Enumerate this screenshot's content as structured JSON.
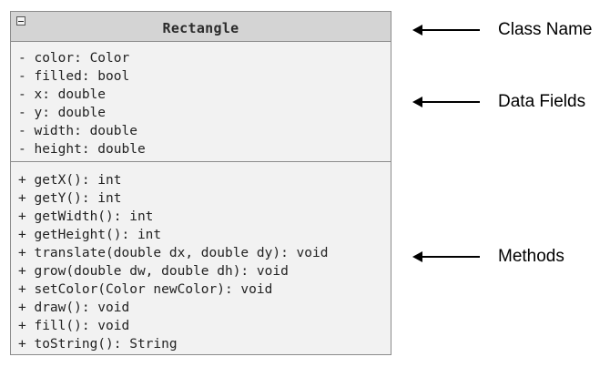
{
  "uml_class": {
    "name": "Rectangle",
    "fields": [
      "- color: Color",
      "- filled: bool",
      "- x: double",
      "- y: double",
      "- width: double",
      "- height: double"
    ],
    "methods": [
      "+ getX(): int",
      "+ getY(): int",
      "+ getWidth(): int",
      "+ getHeight(): int",
      "+ translate(double dx, double dy): void",
      "+ grow(double dw, double dh): void",
      "+ setColor(Color newColor): void",
      "+ draw(): void",
      "+ fill(): void",
      "+ toString(): String"
    ]
  },
  "annotations": {
    "class_name": "Class Name",
    "data_fields": "Data Fields",
    "methods": "Methods"
  }
}
